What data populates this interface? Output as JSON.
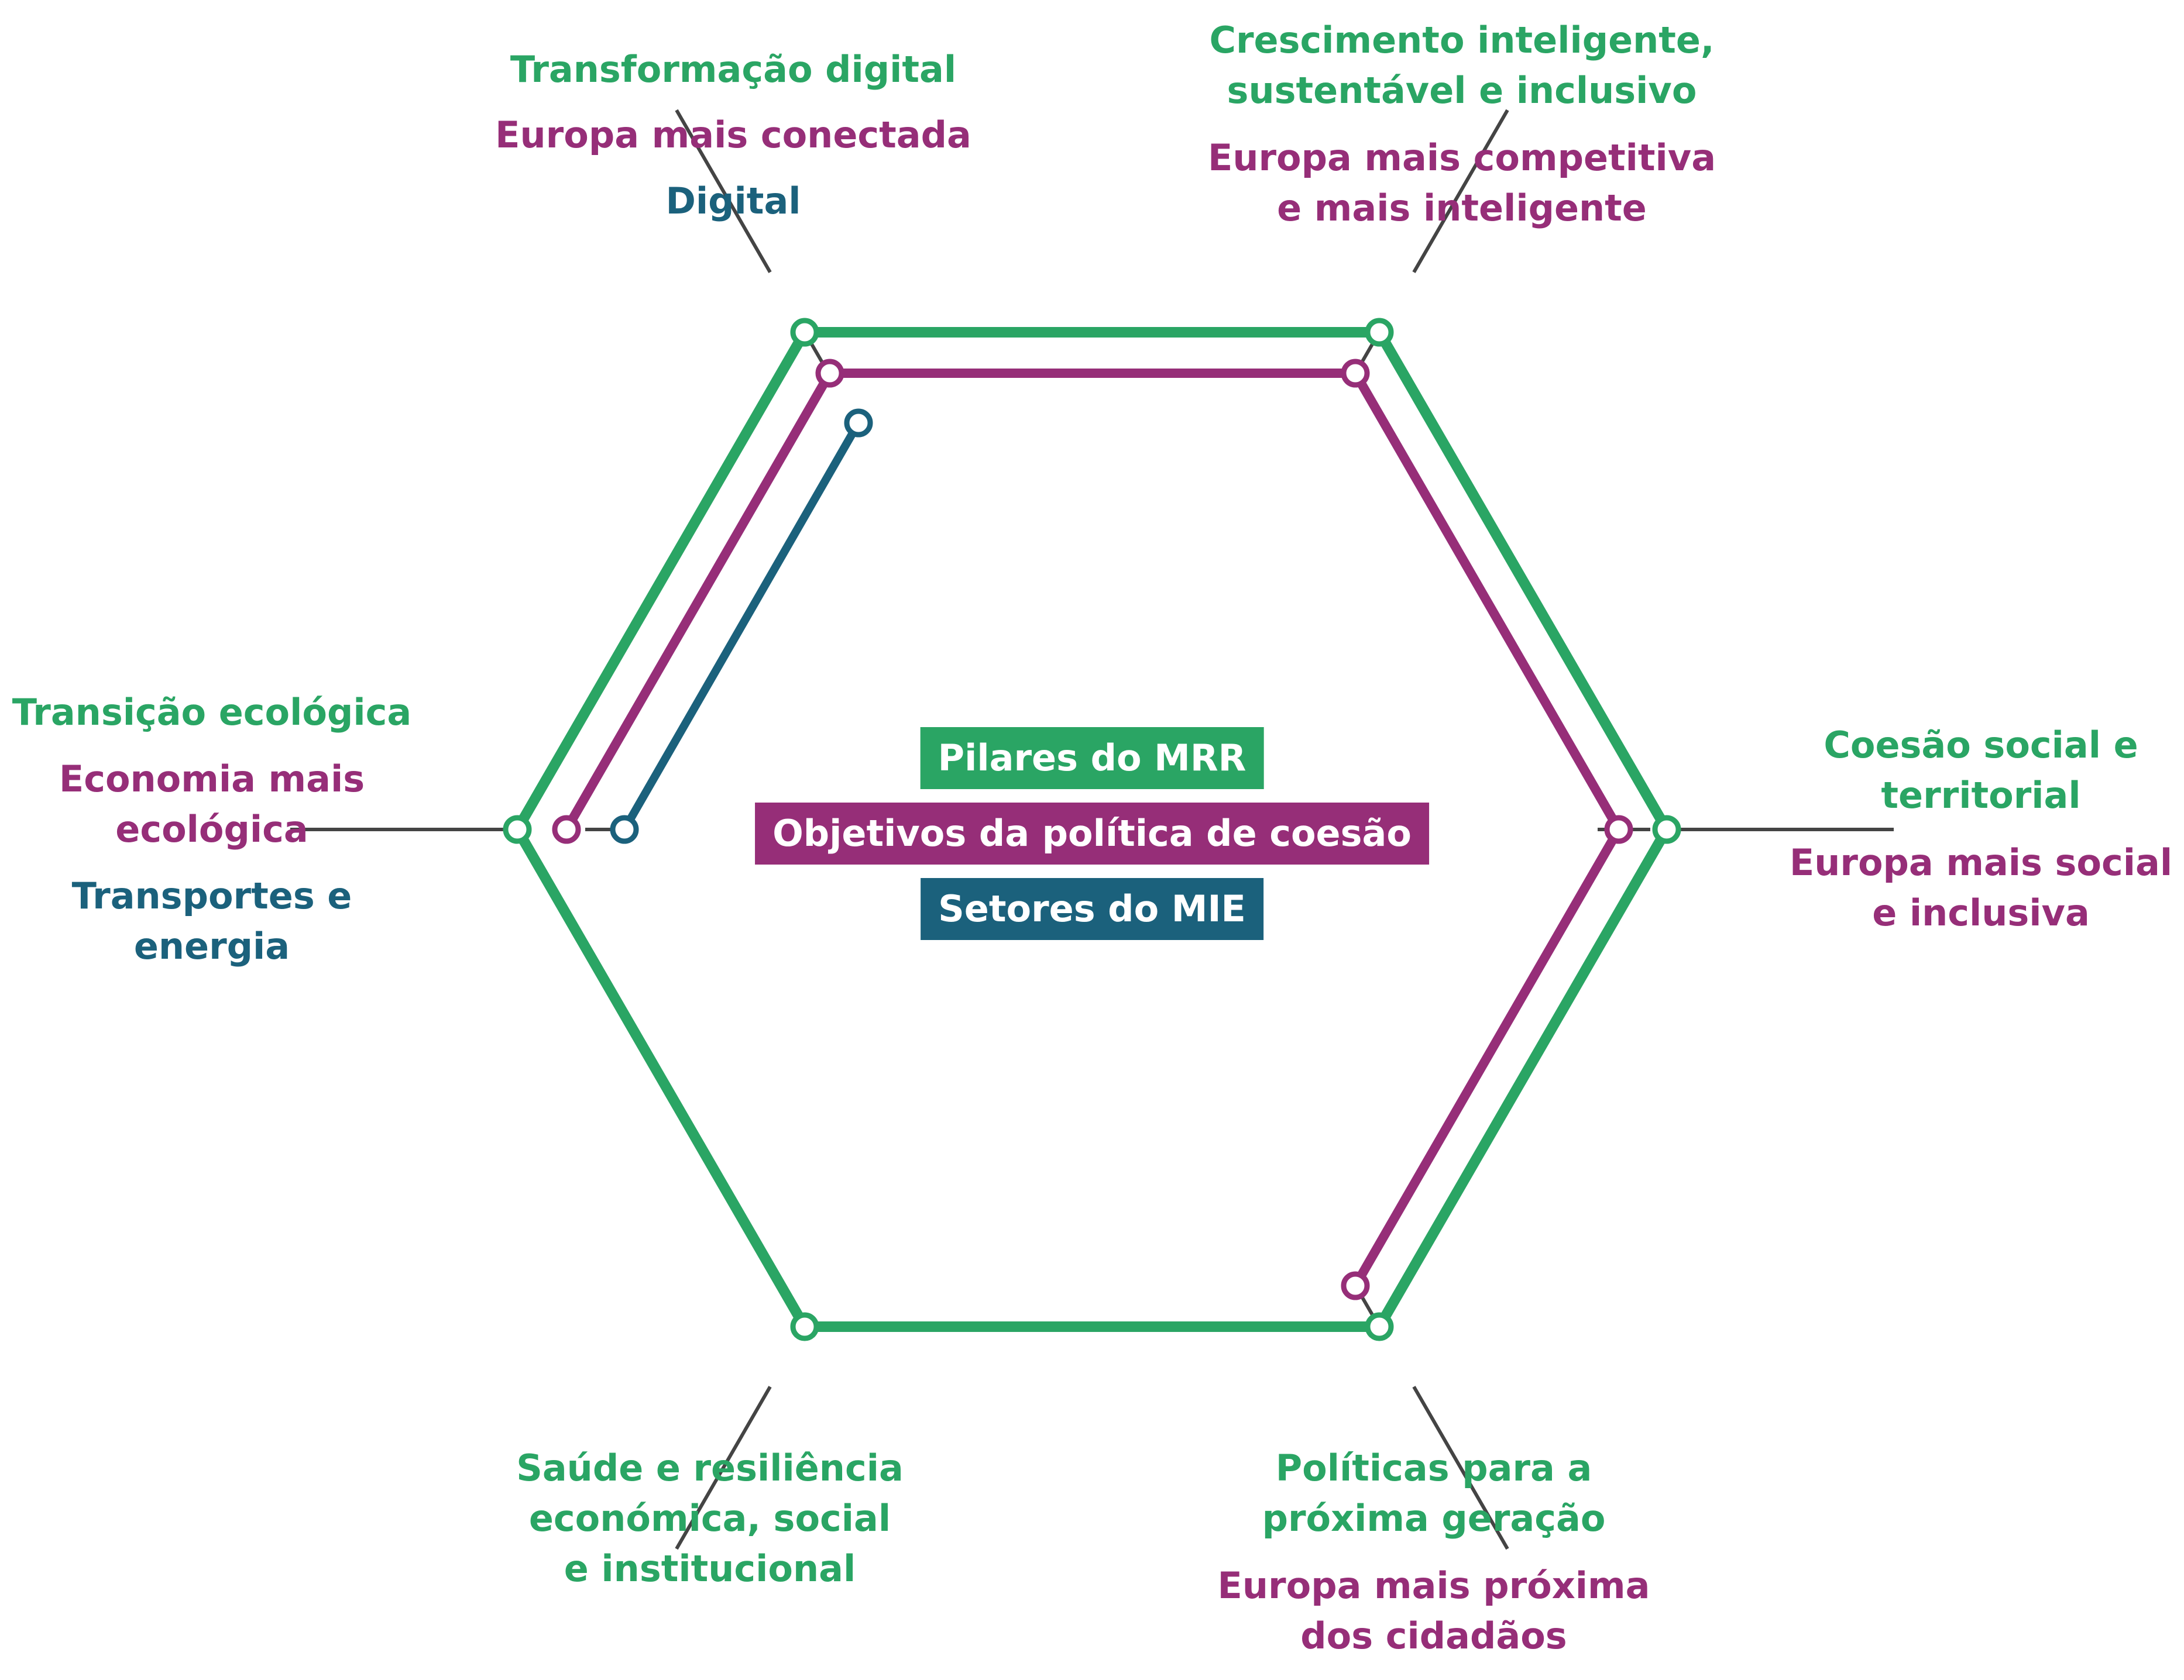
{
  "colors": {
    "green": "#2aa564",
    "purple": "#962e78",
    "teal": "#1b617c",
    "axis": "#444444"
  },
  "legend": {
    "pillars": "Pilares do MRR",
    "cohesion": "Objetivos da política de coesão",
    "cef": "Setores do MIE"
  },
  "nodes": {
    "digital": {
      "green": "Transformação digital",
      "purple": "Europa mais conectada",
      "teal": "Digital"
    },
    "growth": {
      "green_1": "Crescimento inteligente,",
      "green_2": "sustentável e inclusivo",
      "purple_1": "Europa mais competitiva",
      "purple_2": "e mais inteligente"
    },
    "ecological": {
      "green": "Transição ecológica",
      "purple_1": "Economia mais",
      "purple_2": "ecológica",
      "teal_1": "Transportes e",
      "teal_2": "energia"
    },
    "cohesion": {
      "green_1": "Coesão social e",
      "green_2": "territorial",
      "purple_1": "Europa mais social",
      "purple_2": "e inclusiva"
    },
    "health": {
      "green_1": "Saúde e resiliência",
      "green_2": "económica, social",
      "green_3": "e institucional"
    },
    "nextgen": {
      "green_1": "Políticas para a",
      "green_2": "próxima geração",
      "purple_1": "Europa mais próxima",
      "purple_2": "dos cidadãos"
    }
  }
}
